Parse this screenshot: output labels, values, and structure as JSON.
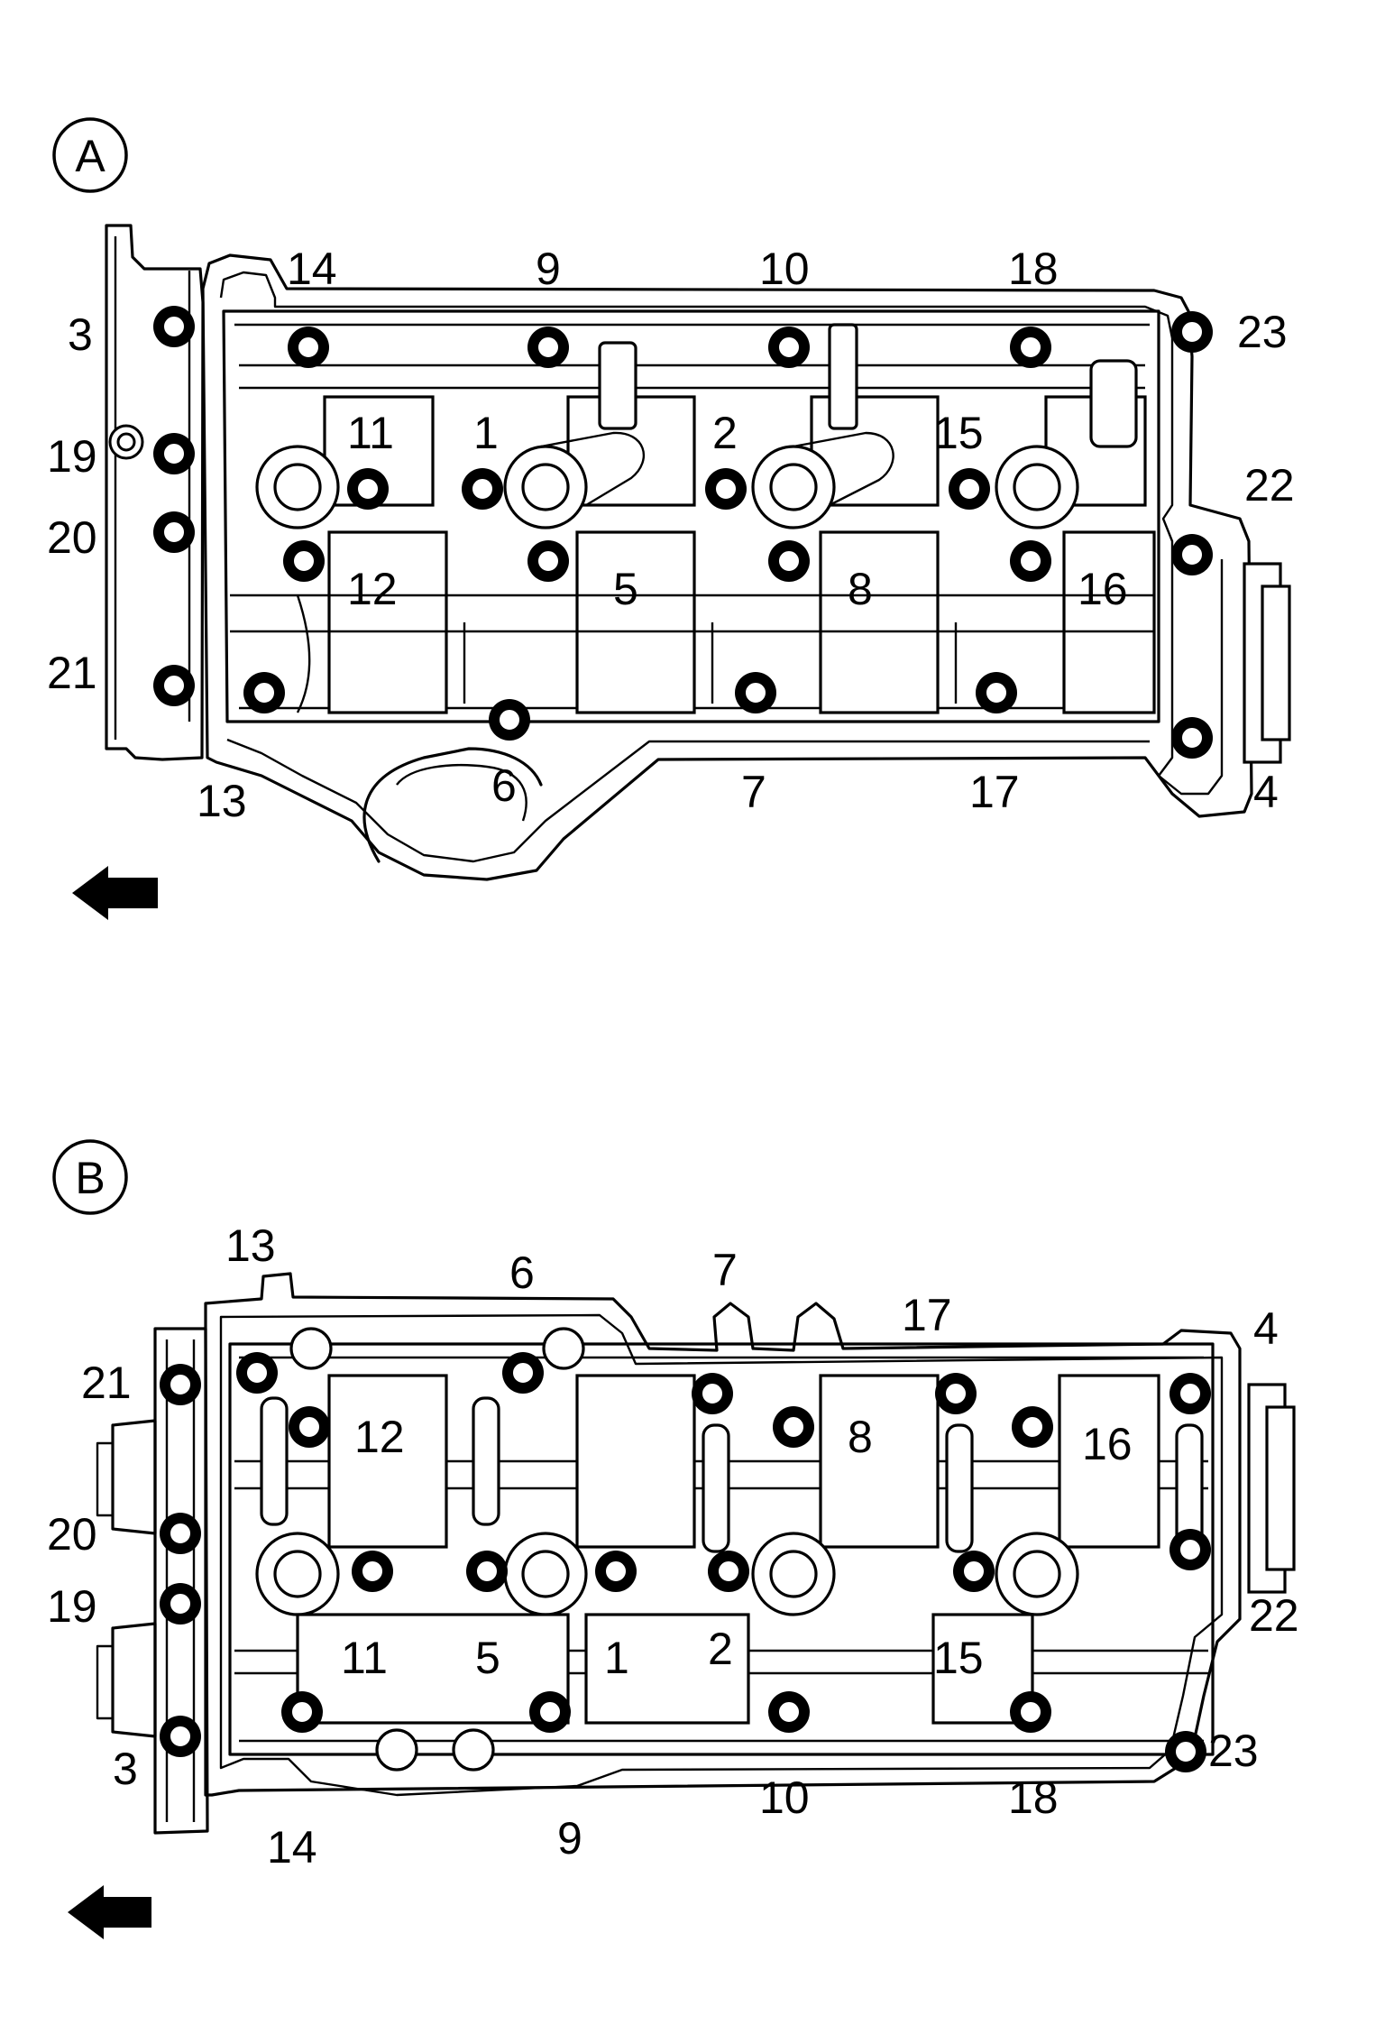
{
  "views": [
    {
      "id": "A",
      "marker": "A",
      "labels": [
        "1",
        "2",
        "3",
        "4",
        "5",
        "6",
        "7",
        "8",
        "9",
        "10",
        "11",
        "12",
        "13",
        "14",
        "15",
        "16",
        "17",
        "18",
        "19",
        "20",
        "21",
        "22",
        "23"
      ]
    },
    {
      "id": "B",
      "marker": "B",
      "labels": [
        "1",
        "2",
        "3",
        "4",
        "5",
        "6",
        "7",
        "8",
        "9",
        "10",
        "11",
        "12",
        "13",
        "14",
        "15",
        "16",
        "17",
        "18",
        "19",
        "20",
        "21",
        "22",
        "23"
      ]
    }
  ]
}
